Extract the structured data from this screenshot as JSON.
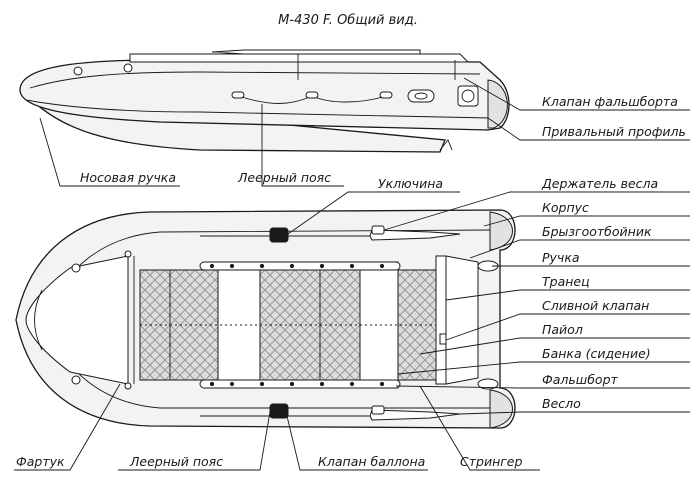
{
  "title": "М-430 F. Общий вид.",
  "labels": {
    "valve_gunwale": "Клапан фальшборта",
    "mooring_profile": "Привальный профиль",
    "bow_handle": "Носовая ручка",
    "lifeline_top": "Леерный пояс",
    "oarlock": "Уключина",
    "oar_holder": "Держатель весла",
    "hull": "Корпус",
    "splash_guard": "Брызгоотбойник",
    "handle": "Ручка",
    "transom": "Транец",
    "drain_valve": "Сливной клапан",
    "floor": "Пайол",
    "bench": "Банка (сидение)",
    "gunwale": "Фальшборт",
    "oar": "Весло",
    "apron": "Фартук",
    "lifeline_bottom": "Леерный пояс",
    "tube_valve": "Клапан баллона",
    "stringer": "Стрингер"
  },
  "colors": {
    "line": "#1a1a1a",
    "tube": "#f3f3f3",
    "floor": "#d8d8d8",
    "background": "#ffffff"
  }
}
